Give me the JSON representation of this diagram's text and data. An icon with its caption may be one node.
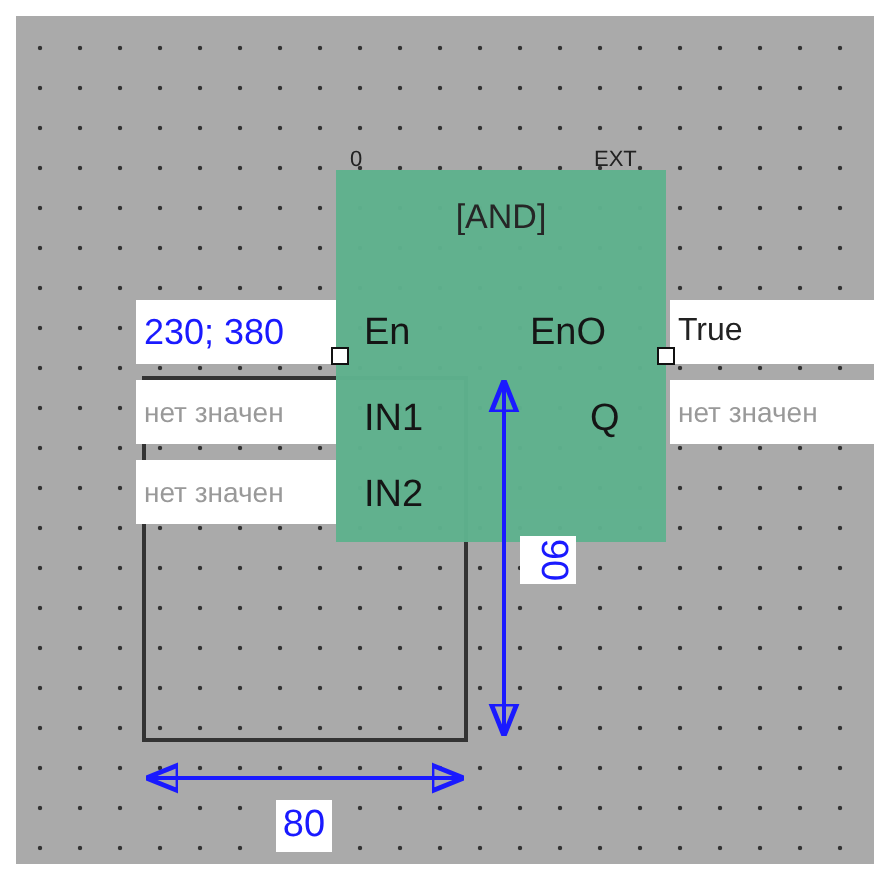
{
  "diagram": {
    "nodes": [
      {
        "text": [
          "[AND]"
        ],
        "beside": [
          "0",
          "EXT"
        ]
      },
      {
        "text": [
          "En"
        ],
        "in": 0
      },
      {
        "text": [
          "EnO"
        ],
        "in": 0
      },
      {
        "text": [
          "IN1"
        ],
        "in": 0
      },
      {
        "text": [
          "Q"
        ],
        "in": 0
      },
      {
        "text": [
          "IN2"
        ],
        "in": 0
      },
      {
        "text": [
          "230; 380"
        ]
      },
      {
        "text": [
          "True"
        ]
      },
      {
        "text": [
          "нет значен"
        ]
      },
      {
        "text": [
          "нет значен"
        ]
      },
      {
        "text": [
          "нет значен"
        ]
      }
    ],
    "edges": [],
    "labels": [
      "90",
      "80"
    ]
  }
}
